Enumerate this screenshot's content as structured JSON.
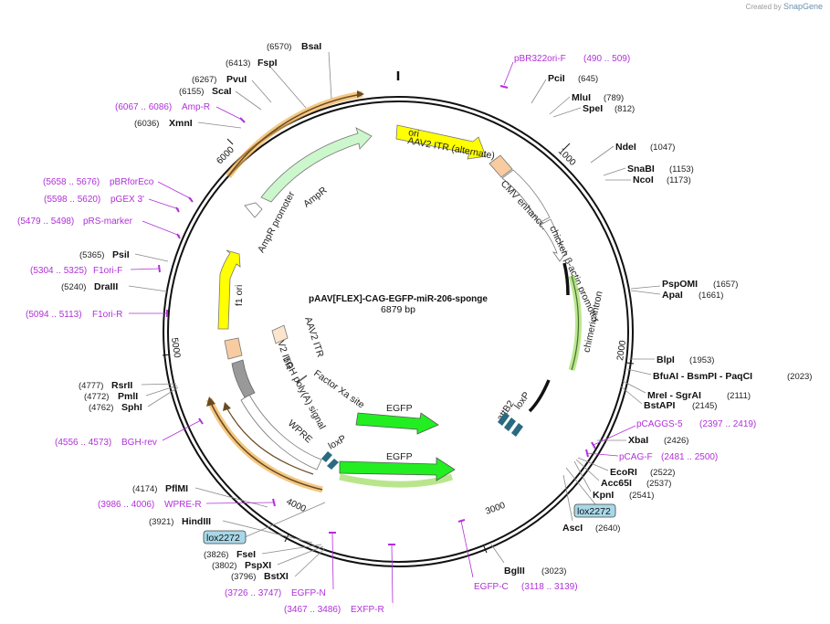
{
  "credit": {
    "prefix": "Created by",
    "brand": "SnapGene"
  },
  "plasmid": {
    "name": "pAAV[FLEX]-CAG-EGFP-miR-206-sponge",
    "size_label": "6879 bp",
    "length": 6879
  },
  "ticks": [
    "1000",
    "2000",
    "3000",
    "4000",
    "5000",
    "6000"
  ],
  "enzymes": [
    {
      "name": "BsaI",
      "pos": "(6570)"
    },
    {
      "name": "FspI",
      "pos": "(6413)"
    },
    {
      "name": "PvuI",
      "pos": "(6267)"
    },
    {
      "name": "ScaI",
      "pos": "(6155)"
    },
    {
      "name": "XmnI",
      "pos": "(6036)"
    },
    {
      "name": "PciI",
      "pos": "(645)"
    },
    {
      "name": "MluI",
      "pos": "(789)"
    },
    {
      "name": "SpeI",
      "pos": "(812)"
    },
    {
      "name": "NdeI",
      "pos": "(1047)"
    },
    {
      "name": "SnaBI",
      "pos": "(1153)"
    },
    {
      "name": "NcoI",
      "pos": "(1173)"
    },
    {
      "name": "PspOMI",
      "pos": "(1657)"
    },
    {
      "name": "ApaI",
      "pos": "(1661)"
    },
    {
      "name": "BlpI",
      "pos": "(1953)"
    },
    {
      "name": "BfuAI - BsmPI - PaqCI",
      "pos": "(2023)"
    },
    {
      "name": "MreI - SgrAI",
      "pos": "(2111)"
    },
    {
      "name": "BstAPI",
      "pos": "(2145)"
    },
    {
      "name": "XbaI",
      "pos": "(2426)"
    },
    {
      "name": "EcoRI",
      "pos": "(2522)"
    },
    {
      "name": "Acc65I",
      "pos": "(2537)"
    },
    {
      "name": "KpnI",
      "pos": "(2541)"
    },
    {
      "name": "AscI",
      "pos": "(2640)"
    },
    {
      "name": "BglII",
      "pos": "(3023)"
    },
    {
      "name": "BstXI",
      "pos": "(3796)"
    },
    {
      "name": "PspXI",
      "pos": "(3802)"
    },
    {
      "name": "FseI",
      "pos": "(3826)"
    },
    {
      "name": "HindIII",
      "pos": "(3921)"
    },
    {
      "name": "PflMI",
      "pos": "(4174)"
    },
    {
      "name": "SphI",
      "pos": "(4762)"
    },
    {
      "name": "PmlI",
      "pos": "(4772)"
    },
    {
      "name": "RsrII",
      "pos": "(4777)"
    },
    {
      "name": "DraIII",
      "pos": "(5240)"
    },
    {
      "name": "PsiI",
      "pos": "(5365)"
    }
  ],
  "primers": [
    {
      "name": "pBR322ori-F",
      "pos": "(490 .. 509)"
    },
    {
      "name": "Amp-R",
      "pos": "(6067 .. 6086)"
    },
    {
      "name": "pBRforEco",
      "pos": "(5658 .. 5676)"
    },
    {
      "name": "pGEX 3'",
      "pos": "(5598 .. 5620)"
    },
    {
      "name": "pRS-marker",
      "pos": "(5479 .. 5498)"
    },
    {
      "name": "F1ori-F",
      "pos": "(5304 .. 5325)"
    },
    {
      "name": "F1ori-R",
      "pos": "(5094 .. 5113)"
    },
    {
      "name": "BGH-rev",
      "pos": "(4556 .. 4573)"
    },
    {
      "name": "WPRE-R",
      "pos": "(3986 .. 4006)"
    },
    {
      "name": "pCAGGS-5",
      "pos": "(2397 .. 2419)"
    },
    {
      "name": "pCAG-F",
      "pos": "(2481 .. 2500)"
    },
    {
      "name": "EGFP-C",
      "pos": "(3118 .. 3139)"
    },
    {
      "name": "EGFP-N",
      "pos": "(3726 .. 3747)"
    },
    {
      "name": "EXFP-R",
      "pos": "(3467 .. 3486)"
    }
  ],
  "features": {
    "ori": "ori",
    "ampr": "AmpR",
    "ampr_promoter": "AmpR promoter",
    "f1_ori": "f1 ori",
    "itr_alt": "AAV2 ITR (alternate)",
    "cmv": "CMV enhancer",
    "cba": "chicken β-actin promoter",
    "intron": "chimeric intron",
    "attb2": "attB2",
    "loxp": "loxP",
    "egfp": "EGFP",
    "factor_xa": "Factor Xa site",
    "wpre": "WPRE",
    "bgh": "bGH poly(A) signal",
    "itr": "AAV2 ITR",
    "lox2272": "lox2272"
  },
  "colors": {
    "primer": "#b030d8",
    "ori": "#ffff00",
    "ampr": "#ccf7cc",
    "egfp": "#22ee22",
    "itr": "#f8cba0",
    "bgh": "#999999",
    "wpre": "#ffffff",
    "lox": "#2a6a80",
    "lox_tag": "#a8d8e8"
  }
}
